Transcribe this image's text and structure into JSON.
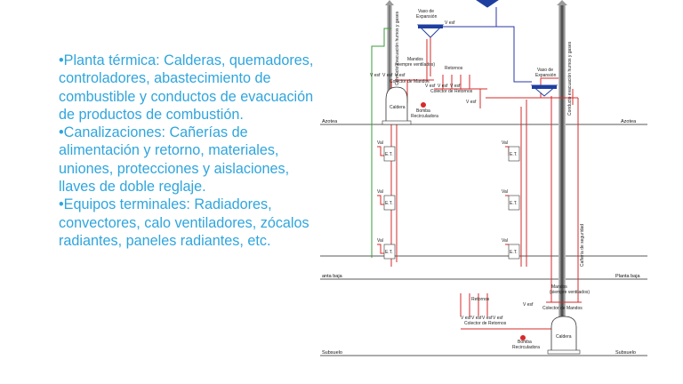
{
  "bullets": [
    "•Planta térmica: Calderas, quemadores, controladores, abastecimiento de combustible y conductos de evacuación de productos de combustión.",
    "•Canalizaciones: Cañerías de alimentación y retorno, materiales, uniones, protecciones y aislaciones, llaves de doble reglaje.",
    "•Equipos terminales: Radiadores, convectores, calo ventiladores, zócalos radiantes, paneles radiantes, etc."
  ],
  "diagram": {
    "levels": {
      "azotea": "Azotea",
      "planta_baja": "Planta baja",
      "planta_baja_cut": "anta baja",
      "subsuelo": "Subsuelo"
    },
    "vaso": [
      "Vaso de",
      "Expansión"
    ],
    "mandos": [
      "Mandos",
      "(siempre ventilados)"
    ],
    "caldera": "Caldera",
    "retornos": "Retornos",
    "colector_retornos": "Colector de Retornos",
    "colector_mandos": "Colector de Mandos",
    "v_esf": "V esf",
    "bomba": [
      "Bomba",
      "Recirculadora"
    ],
    "val": "Val",
    "et": "E.T.",
    "chimney": "Conducto evacuación humos y gases",
    "chimney_top": "Conducto evacuación humos y gases",
    "seguridad": "Cañería de seguridad",
    "colors": {
      "supply": "#d62b2b",
      "return": "#2a3aa6",
      "green": "#3c9a3c",
      "text": "#2fa5dd"
    }
  }
}
